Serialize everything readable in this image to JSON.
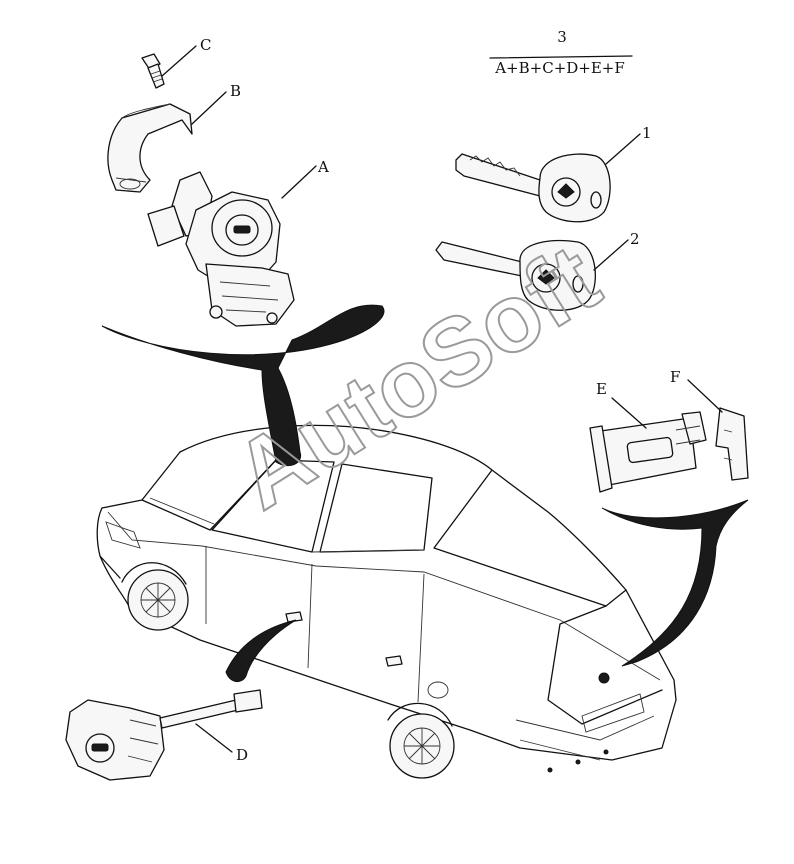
{
  "kit": {
    "number": "3",
    "formula": "A+B+C+D+E+F"
  },
  "callouts": {
    "a": "A",
    "b": "B",
    "c": "C",
    "d": "D",
    "e": "E",
    "f": "F",
    "key1": "1",
    "key2": "2"
  },
  "watermark": "AutoSoft"
}
